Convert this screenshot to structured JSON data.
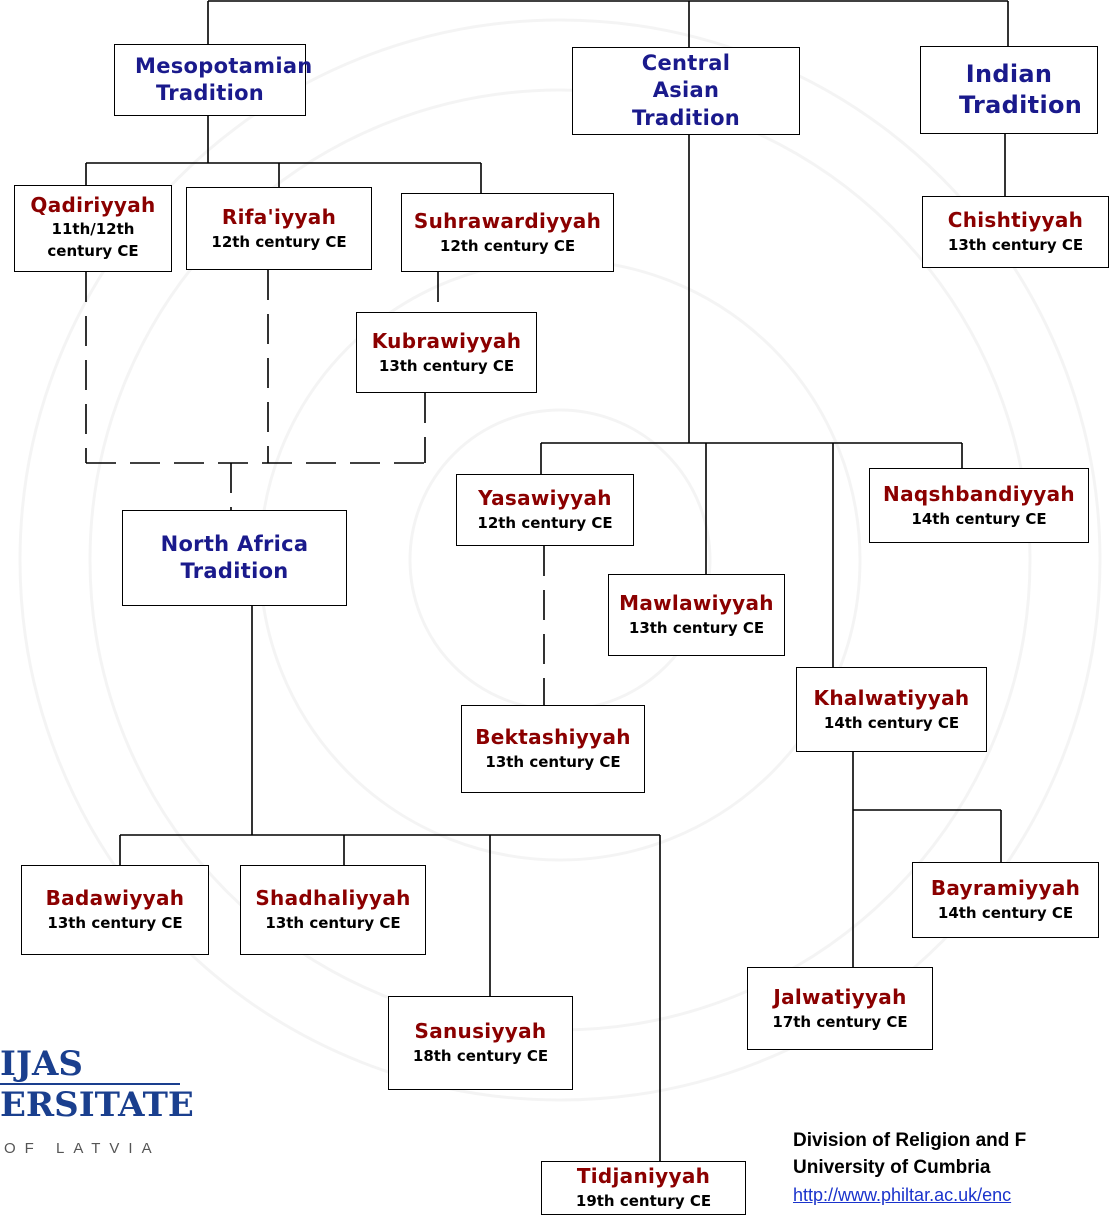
{
  "traditions": {
    "mesopotamian": "Mesopotamian Tradition",
    "central_asian": "Central Asian Tradition",
    "indian": "Indian Tradition",
    "north_africa": "North Africa Tradition"
  },
  "orders": {
    "qadiriyyah": {
      "name": "Qadiriyyah",
      "date": "11th/12th century CE"
    },
    "rifaiyyah": {
      "name": "Rifa'iyyah",
      "date": "12th century CE"
    },
    "suhrawardiyyah": {
      "name": "Suhrawardiyyah",
      "date": "12th century CE"
    },
    "kubrawiyyah": {
      "name": "Kubrawiyyah",
      "date": "13th century CE"
    },
    "chishtiyyah": {
      "name": "Chishtiyyah",
      "date": "13th century CE"
    },
    "yasawiyyah": {
      "name": "Yasawiyyah",
      "date": "12th century CE"
    },
    "naqshbandiyyah": {
      "name": "Naqshbandiyyah",
      "date": "14th century CE"
    },
    "mawlawiyyah": {
      "name": "Mawlawiyyah",
      "date": "13th century CE"
    },
    "khalwatiyyah": {
      "name": "Khalwatiyyah",
      "date": "14th century CE"
    },
    "bektashiyyah": {
      "name": "Bektashiyyah",
      "date": "13th century CE"
    },
    "bayramiyyah": {
      "name": "Bayramiyyah",
      "date": "14th century CE"
    },
    "jalwatiyyah": {
      "name": "Jalwatiyyah",
      "date": "17th century CE"
    },
    "badawiyyah": {
      "name": "Badawiyyah",
      "date": "13th century CE"
    },
    "shadhaliyyah": {
      "name": "Shadhaliyyah",
      "date": "13th century CE"
    },
    "sanusiyyah": {
      "name": "Sanusiyyah",
      "date": "18th century CE"
    },
    "tidjaniyyah": {
      "name": "Tidjaniyyah",
      "date": "19th century CE"
    }
  },
  "logo": {
    "line1": "IJAS",
    "line2": "ERSITATE",
    "line3": "OF LATVIA"
  },
  "credit": {
    "line1": "Division of Religion and F",
    "line2": "University of Cumbria",
    "link": "http://www.philtar.ac.uk/enc"
  },
  "colors": {
    "order_name": "#8b0000",
    "tradition_name": "#1a1a8c",
    "logo": "#1a3f8e",
    "link": "#1a33cc"
  }
}
